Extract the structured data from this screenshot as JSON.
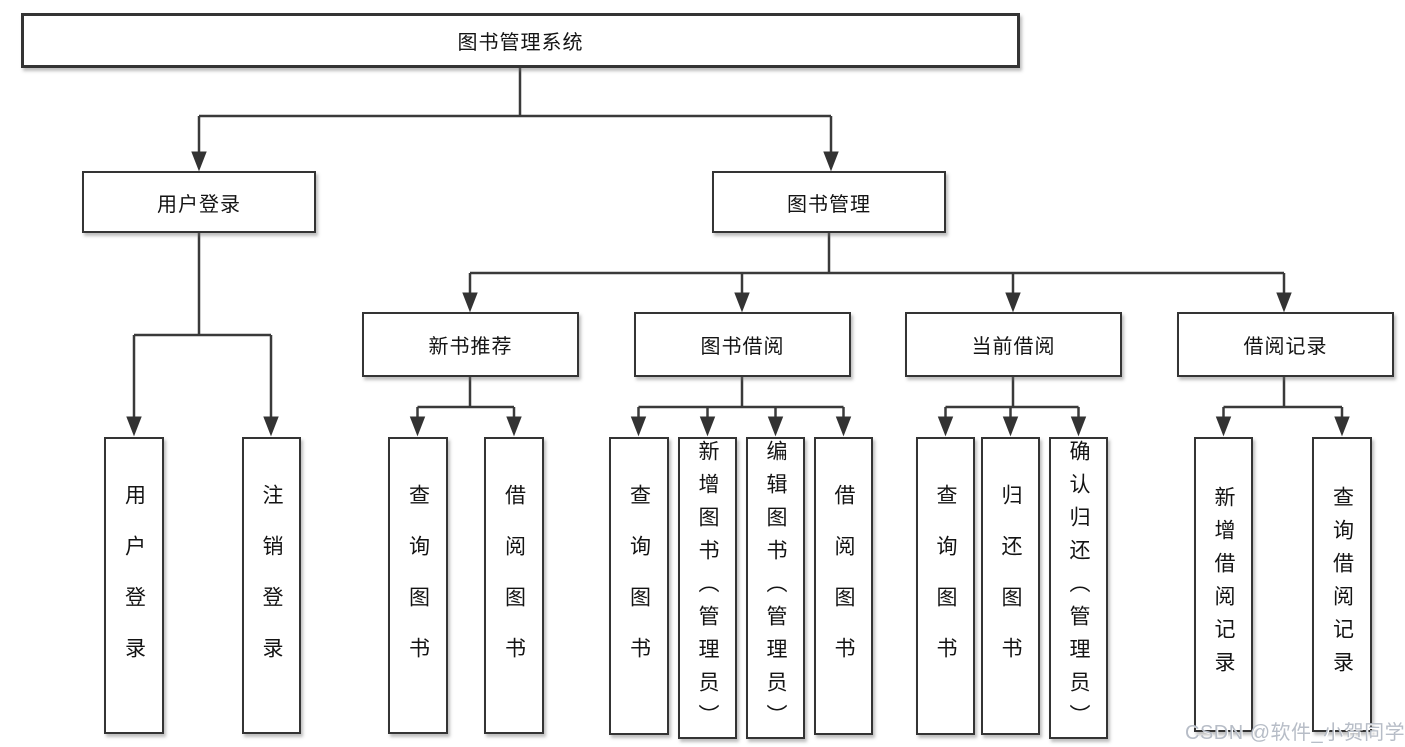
{
  "nodes": {
    "root": "图书管理系统",
    "user_login": "用户登录",
    "book_mgmt": "图书管理",
    "new_book_rec": "新书推荐",
    "book_borrow": "图书借阅",
    "current_borrow": "当前借阅",
    "borrow_records": "借阅记录",
    "leaf_user_login": "用户登录",
    "leaf_logout": "注销登录",
    "leaf_nb_query": "查询图书",
    "leaf_nb_borrow": "借阅图书",
    "leaf_bb_query": "查询图书",
    "leaf_bb_add": "新增图书（管理员）",
    "leaf_bb_edit": "编辑图书（管理员）",
    "leaf_bb_borrow": "借阅图书",
    "leaf_cb_query": "查询图书",
    "leaf_cb_return": "归还图书",
    "leaf_cb_confirm": "确认归还（管理员）",
    "leaf_br_add": "新增借阅记录",
    "leaf_br_query": "查询借阅记录"
  },
  "edges": [
    {
      "from": "root",
      "to": [
        "user_login",
        "book_mgmt"
      ]
    },
    {
      "from": "user_login",
      "to": [
        "leaf_user_login",
        "leaf_logout"
      ]
    },
    {
      "from": "book_mgmt",
      "to": [
        "new_book_rec",
        "book_borrow",
        "current_borrow",
        "borrow_records"
      ]
    },
    {
      "from": "new_book_rec",
      "to": [
        "leaf_nb_query",
        "leaf_nb_borrow"
      ]
    },
    {
      "from": "book_borrow",
      "to": [
        "leaf_bb_query",
        "leaf_bb_add",
        "leaf_bb_edit",
        "leaf_bb_borrow"
      ]
    },
    {
      "from": "current_borrow",
      "to": [
        "leaf_cb_query",
        "leaf_cb_return",
        "leaf_cb_confirm"
      ]
    },
    {
      "from": "borrow_records",
      "to": [
        "leaf_br_add",
        "leaf_br_query"
      ]
    }
  ],
  "watermark": {
    "text": "CSDN @软件_小贺同学"
  },
  "colors": {
    "line": "#3a3a3a",
    "box_border": "#343434",
    "text": "#141414",
    "background": "#ffffff",
    "watermark": "#b7bdc7"
  }
}
